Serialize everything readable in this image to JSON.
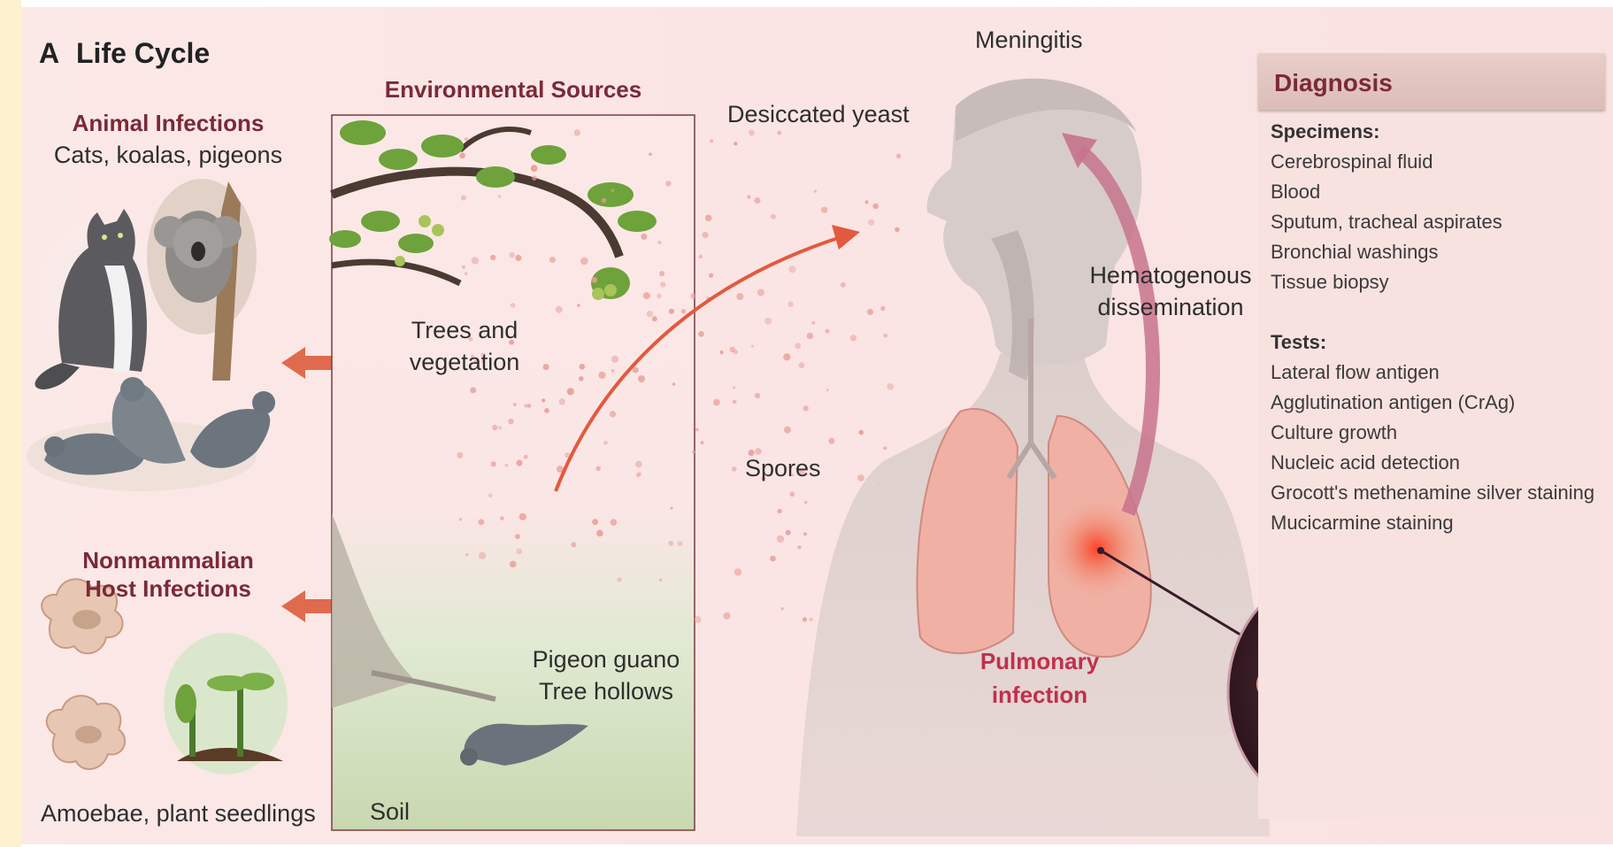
{
  "panel_label": "A",
  "panel_title": "Life Cycle",
  "animal": {
    "heading": "Animal Infections",
    "subtitle": "Cats, koalas, pigeons"
  },
  "nonmammalian": {
    "heading_line1": "Nonmammalian",
    "heading_line2": "Host Infections",
    "caption": "Amoebae, plant seedlings"
  },
  "environment": {
    "heading": "Environmental Sources",
    "trees_line1": "Trees and",
    "trees_line2": "vegetation",
    "guano_line1": "Pigeon guano",
    "guano_line2": "Tree hollows",
    "soil": "Soil"
  },
  "airborne": {
    "desiccated": "Desiccated yeast",
    "spores": "Spores"
  },
  "human": {
    "meningitis": "Meningitis",
    "hema_line1": "Hematogenous",
    "hema_line2": "dissemination",
    "pulmonary_line1": "Pulmonary",
    "pulmonary_line2": "infection"
  },
  "diagnosis": {
    "title": "Diagnosis",
    "specimens_label": "Specimens:",
    "specimens": [
      "Cerebrospinal fluid",
      "Blood",
      "Sputum, tracheal aspirates",
      "Bronchial washings",
      "Tissue biopsy"
    ],
    "tests_label": "Tests:",
    "tests": [
      "Lateral flow antigen",
      "Agglutination antigen (CrAg)",
      "Culture growth",
      "Nucleic acid detection",
      "Grocott's methenamine silver staining",
      "Mucicarmine staining"
    ]
  },
  "colors": {
    "heading": "#7a2a36",
    "arrow": "#e06a4e",
    "spore": "#e8a09a",
    "dissemination_arrow": "#c7738c",
    "pulmonary_text": "#c0304a"
  },
  "icons": [
    "cat-icon",
    "koala-icon",
    "pigeon-icon",
    "amoeba-icon",
    "seedling-icon",
    "tree-branch-icon",
    "human-figure-icon",
    "lungs-icon",
    "yeast-cells-icon"
  ]
}
